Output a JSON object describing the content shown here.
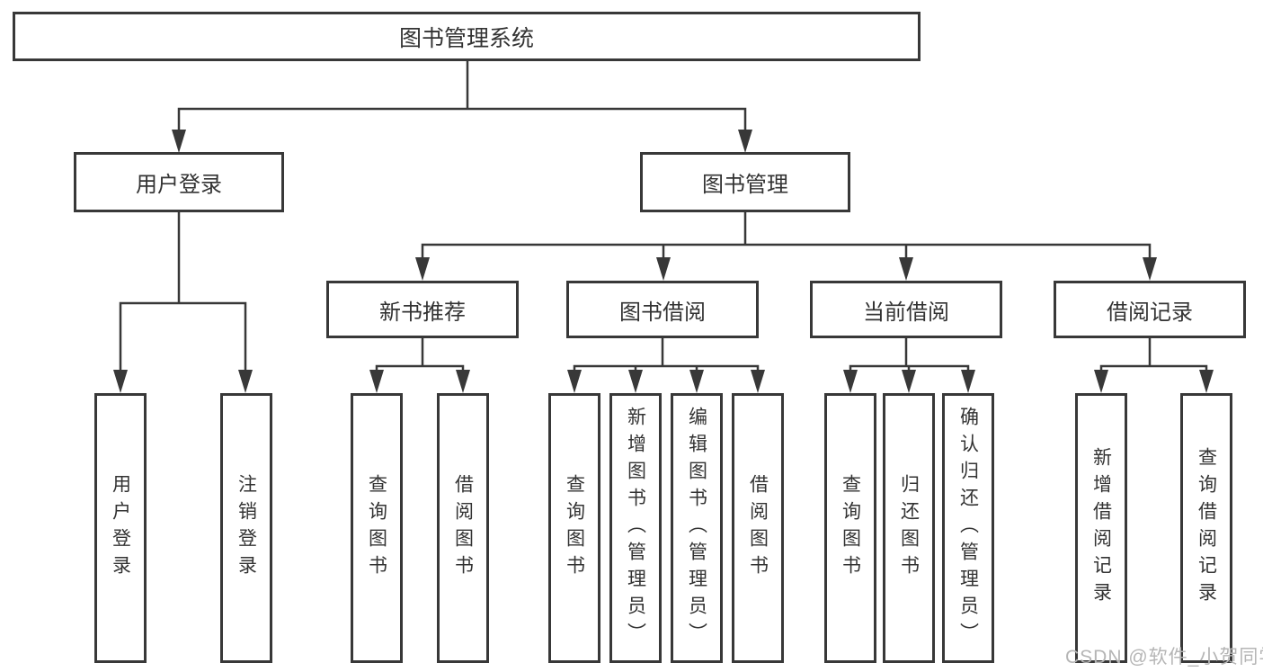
{
  "tree": {
    "root": {
      "label": "图书管理系统"
    },
    "children": [
      {
        "label": "用户登录",
        "children": [
          {
            "label": "用户登录"
          },
          {
            "label": "注销登录"
          }
        ]
      },
      {
        "label": "图书管理",
        "children": [
          {
            "label": "新书推荐",
            "children": [
              {
                "label": "查询图书"
              },
              {
                "label": "借阅图书"
              }
            ]
          },
          {
            "label": "图书借阅",
            "children": [
              {
                "label": "查询图书"
              },
              {
                "label": "新增图书（管理员）"
              },
              {
                "label": "编辑图书（管理员）"
              },
              {
                "label": "借阅图书"
              }
            ]
          },
          {
            "label": "当前借阅",
            "children": [
              {
                "label": "查询图书"
              },
              {
                "label": "归还图书"
              },
              {
                "label": "确认归还（管理员）"
              }
            ]
          },
          {
            "label": "借阅记录",
            "children": [
              {
                "label": "新增借阅记录"
              },
              {
                "label": "查询借阅记录"
              }
            ]
          }
        ]
      }
    ]
  },
  "watermark": {
    "text": "CSDN @软件_小贺同学"
  },
  "colors": {
    "line": "#383838",
    "box_border": "#383838",
    "box_fill": "#ffffff",
    "text": "#333333",
    "watermark": "#b5b5b5"
  }
}
